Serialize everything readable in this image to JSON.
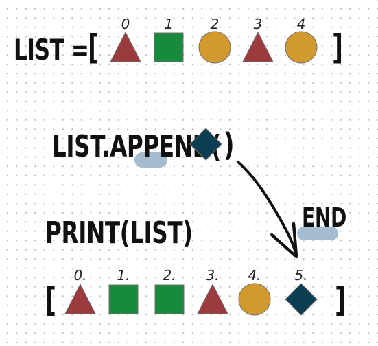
{
  "lines": {
    "list_assign": "LIST =",
    "append_call": "LIST.APPEND(",
    "append_close": ")",
    "print_call": "PRINT(LIST)",
    "end_label": "END"
  },
  "brackets": {
    "open": "[",
    "close": "]"
  },
  "list_before": [
    {
      "index": "0",
      "shape": "triangle",
      "color": "#9b3b3e"
    },
    {
      "index": "1",
      "shape": "square",
      "color": "#178a3c"
    },
    {
      "index": "2",
      "shape": "circle",
      "color": "#d29a2e"
    },
    {
      "index": "3",
      "shape": "triangle",
      "color": "#9b3b3e"
    },
    {
      "index": "4",
      "shape": "circle",
      "color": "#d29a2e"
    }
  ],
  "appended_item": {
    "shape": "diamond",
    "color": "#0d3d52"
  },
  "list_after": [
    {
      "index": "0.",
      "shape": "triangle",
      "color": "#9b3b3e"
    },
    {
      "index": "1.",
      "shape": "square",
      "color": "#178a3c"
    },
    {
      "index": "2.",
      "shape": "square",
      "color": "#178a3c"
    },
    {
      "index": "3.",
      "shape": "triangle",
      "color": "#9b3b3e"
    },
    {
      "index": "4.",
      "shape": "circle",
      "color": "#d29a2e"
    },
    {
      "index": "5.",
      "shape": "diamond",
      "color": "#0d3d52"
    }
  ],
  "colors": {
    "highlight": "#9ab6cb",
    "ink": "#111111"
  }
}
